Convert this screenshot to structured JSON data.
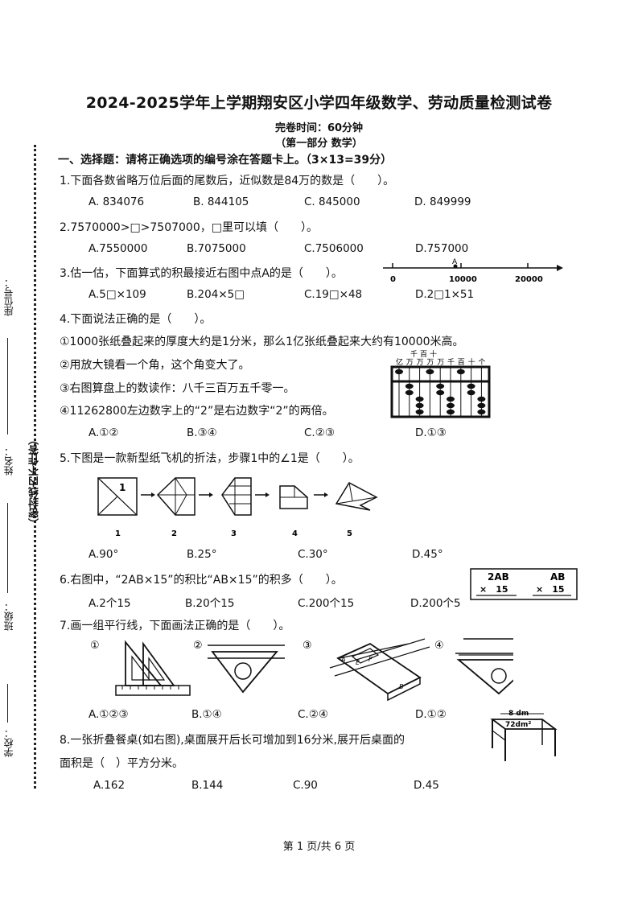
{
  "header": {
    "title": "2024-2025学年上学期翔安区小学四年级数学、劳动质量检测试卷",
    "time": "完卷时间：60分钟",
    "part": "（第一部分 数学）"
  },
  "side": {
    "seal": "（密封线内不作答）",
    "school_label": "学校：",
    "class_label": "班级：",
    "name_label": "姓名：",
    "seat_label": "座位号："
  },
  "section1": {
    "title": "一、选择题：请将正确选项的编号涂在答题卡上。（3×13=39分）"
  },
  "questions": [
    {
      "stem": "1.下面各数省略万位后面的尾数后，近似数是84万的数是（　　）。",
      "options": [
        "A. 834076",
        "B. 844105",
        "C. 845000",
        "D. 849999"
      ]
    },
    {
      "stem": "2.7570000>□>7507000，□里可以填（　　）。",
      "options": [
        "A.7550000",
        "B.7075000",
        "C.7506000",
        "D.757000"
      ]
    },
    {
      "stem": "3.估一估，下面算式的积最接近右图中点A的是（　　）。",
      "options": [
        "A.5□×109",
        "B.204×5□",
        "C.19□×48",
        "D.2□1×51"
      ]
    },
    {
      "stem": "4.下面说法正确的是（　　）。",
      "statements": [
        "①1000张纸叠起来的厚度大约是1分米，那么1亿张纸叠起来大约有10000米高。",
        "②用放大镜看一个角，这个角变大了。",
        "③右图算盘上的数读作：八千三百万五千零一。",
        "④11262800左边数字上的“2”是右边数字“2”的两倍。"
      ],
      "options": [
        "A.①②",
        "B.③④",
        "C.②③",
        "D.①③"
      ]
    },
    {
      "stem": "5.下图是一款新型纸飞机的折法，步骤1中的∠1是（　　）。",
      "steps": [
        "1",
        "2",
        "3",
        "4",
        "5"
      ],
      "options": [
        "A.90°",
        "B.25°",
        "C.30°",
        "D.45°"
      ]
    },
    {
      "stem": "6.右图中，“2AB×15”的积比“AB×15”的积多（　　）。",
      "options": [
        "A.2个15",
        "B.20个15",
        "C.200个15",
        "D.200个5"
      ]
    },
    {
      "stem": "7.画一组平行线，下面画法正确的是（　　）。",
      "figures": [
        "①",
        "②",
        "③",
        "④"
      ],
      "options": [
        "A.①②③",
        "B.①④",
        "C.②④",
        "D.①②"
      ]
    },
    {
      "stem": "8.一张折叠餐桌(如右图),桌面展开后长可增加到16分米,展开后桌面的",
      "stem2": "面积是（　）平方分米。",
      "options": [
        "A.162",
        "B.144",
        "C.90",
        "D.45"
      ]
    }
  ],
  "figures": {
    "numberline": {
      "labels": [
        "0",
        "10000",
        "20000"
      ],
      "point": "A"
    },
    "abacus": {
      "top_labels": [
        "千",
        "百",
        "十"
      ],
      "place_labels": [
        "亿",
        "万",
        "万",
        "万",
        "万",
        "千",
        "百",
        "十",
        "个"
      ]
    },
    "multiply": {
      "left_top": "2AB",
      "left_bottom": "×　15",
      "right_top": "AB",
      "right_bottom": "×　15"
    },
    "table": {
      "length": "8 dm",
      "area": "72dm²"
    },
    "fold_angle": "1",
    "triangle_labels": [
      "A",
      "E",
      "F",
      "B"
    ]
  },
  "footer": {
    "page": "第 1 页/共 6 页"
  }
}
